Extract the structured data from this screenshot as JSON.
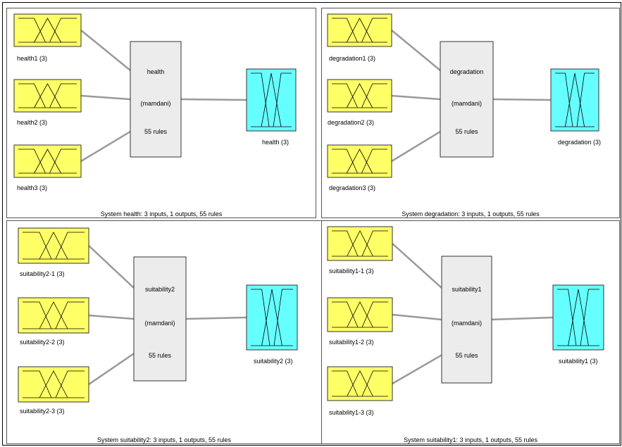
{
  "colors": {
    "input_fill": "#ffff66",
    "output_fill": "#66ffff",
    "engine_fill": "#ececec",
    "connector": "#9a9a9a"
  },
  "panels": [
    {
      "engine": {
        "name": "health",
        "method": "(mamdani)",
        "rules": "55 rules"
      },
      "inputs": [
        "health1 (3)",
        "health2 (3)",
        "health3 (3)"
      ],
      "output": "health (3)",
      "caption": "System health: 3 inputs, 1 outputs, 55 rules"
    },
    {
      "engine": {
        "name": "degradation",
        "method": "(mamdani)",
        "rules": "55 rules"
      },
      "inputs": [
        "degradation1 (3)",
        "degradation2 (3)",
        "degradation3 (3)"
      ],
      "output": "degradation (3)",
      "caption": "System degradation: 3 inputs, 1 outputs, 55 rules"
    },
    {
      "engine": {
        "name": "suitability2",
        "method": "(mamdani)",
        "rules": "55 rules"
      },
      "inputs": [
        "suitability2-1 (3)",
        "suitability2-2 (3)",
        "suitability2-3 (3)"
      ],
      "output": "suitability2 (3)",
      "caption": "System suitability2: 3 inputs, 1 outputs, 55 rules"
    },
    {
      "engine": {
        "name": "suitability1",
        "method": "(mamdani)",
        "rules": "55 rules"
      },
      "inputs": [
        "suitability1-1 (3)",
        "suitability1-2 (3)",
        "suitability1-3 (3)"
      ],
      "output": "suitability1 (3)",
      "caption": "System suitability1: 3 inputs, 1 outputs, 55 rules"
    }
  ]
}
